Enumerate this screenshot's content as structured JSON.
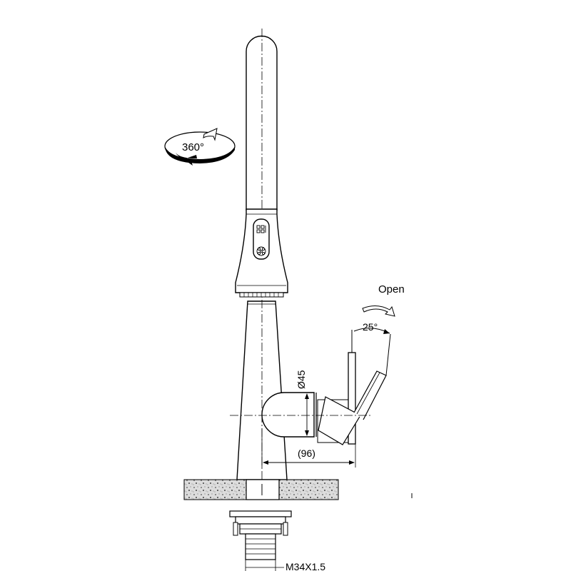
{
  "labels": {
    "rotation": "360°",
    "open": "Open",
    "angle": "25°",
    "diameter": "Ø45",
    "depth": "(96)",
    "thread": "M34X1.5"
  },
  "colors": {
    "stroke": "#000000",
    "fill": "#ffffff",
    "counter_dots": "#6b6b6b",
    "counter_base": "#d9d9d9"
  }
}
